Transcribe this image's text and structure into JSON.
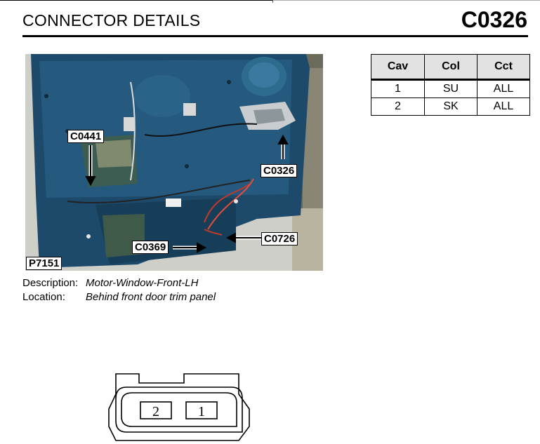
{
  "header": {
    "title": "CONNECTOR DETAILS",
    "code": "C0326"
  },
  "photo": {
    "callouts": [
      "C0441",
      "C0326",
      "C0369",
      "C0726"
    ],
    "ref": "P7151"
  },
  "table": {
    "headers": [
      "Cav",
      "Col",
      "Cct"
    ],
    "rows": [
      {
        "cav": "1",
        "col": "SU",
        "cct": "ALL"
      },
      {
        "cav": "2",
        "col": "SK",
        "cct": "ALL"
      }
    ]
  },
  "description": {
    "desc_label": "Description:",
    "desc_value": "Motor-Window-Front-LH",
    "loc_label": "Location:",
    "loc_value": "Behind front door trim panel"
  },
  "connector": {
    "pin_left": "2",
    "pin_right": "1"
  }
}
